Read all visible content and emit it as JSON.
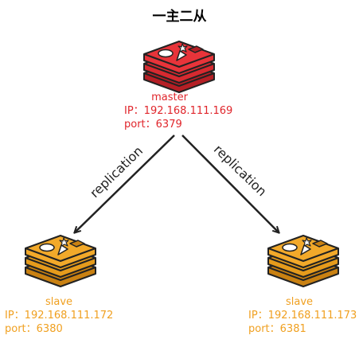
{
  "title": "一主二从",
  "colors": {
    "master": "#e0252b",
    "slave": "#f0a020",
    "arrow": "#222222"
  },
  "nodes": {
    "master": {
      "icon": "redis-logo-icon",
      "name": "master",
      "ip": "IP：192.168.111.169",
      "port": "port：6379"
    },
    "slave1": {
      "icon": "redis-logo-icon",
      "name": "slave",
      "ip": "IP：192.168.111.172",
      "port": "port：6380"
    },
    "slave2": {
      "icon": "redis-logo-icon",
      "name": "slave",
      "ip": "IP：192.168.111.173",
      "port": "port：6381"
    }
  },
  "edges": [
    {
      "from": "master",
      "to": "slave1",
      "label": "replication"
    },
    {
      "from": "master",
      "to": "slave2",
      "label": "replication"
    }
  ]
}
